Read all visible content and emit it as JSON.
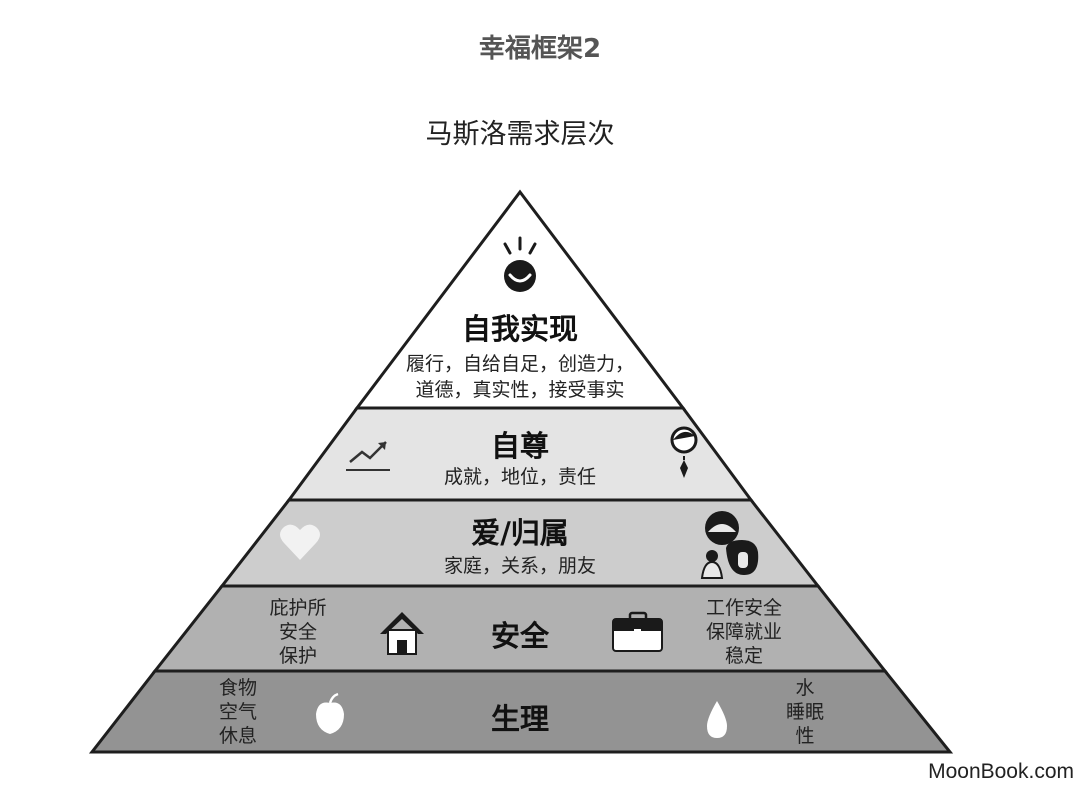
{
  "title": "幸福框架2",
  "subtitle": "马斯洛需求层次",
  "levels": {
    "self_actualization": {
      "title": "自我实现",
      "desc_line1": "履行，自给自足，创造力，",
      "desc_line2": "道德，真实性，接受事实"
    },
    "esteem": {
      "title": "自尊",
      "desc": "成就，地位，责任"
    },
    "love": {
      "title": "爱/归属",
      "desc": "家庭，关系，朋友"
    },
    "safety": {
      "title": "安全",
      "left_lines": [
        "庇护所",
        "安全",
        "保护"
      ],
      "right_lines": [
        "工作安全",
        "保障就业",
        "稳定"
      ]
    },
    "physiological": {
      "title": "生理",
      "left_lines": [
        "食物",
        "空气",
        "休息"
      ],
      "right_lines": [
        "水",
        "睡眠",
        "性"
      ]
    }
  },
  "icons": {
    "self_actualization": "smiling-sun-icon",
    "esteem_left": "trend-up-icon",
    "esteem_right": "person-tie-icon",
    "love_left": "heart-icon",
    "love_right": "family-icon",
    "safety_left": "house-icon",
    "safety_right": "briefcase-icon",
    "physiological_left": "apple-icon",
    "physiological_right": "water-drop-icon"
  },
  "colors": {
    "level1": "#ffffff",
    "level2": "#e4e4e4",
    "level3": "#cdcdcd",
    "level4": "#b1b1b1",
    "level5": "#939393",
    "outline": "#1e1e1e"
  },
  "watermark": "MoonBook.com"
}
